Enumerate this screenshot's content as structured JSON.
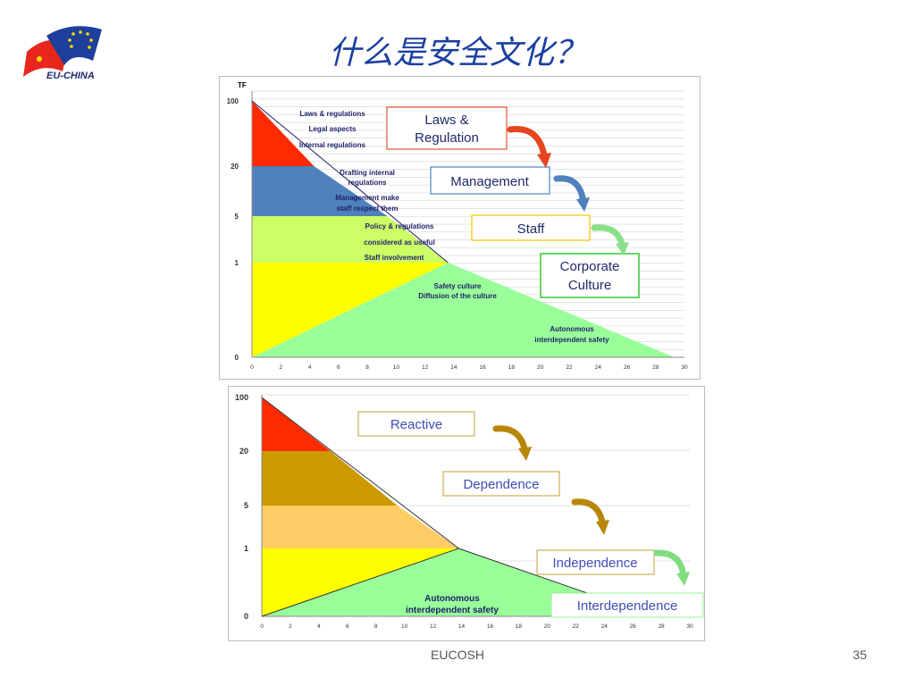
{
  "slide": {
    "title": "什么是安全文化？",
    "footer": "EUCOSH",
    "page_number": "35",
    "logo_text": "EU-CHINA"
  },
  "colors": {
    "red": "#ff2a00",
    "blue": "#4f81bd",
    "light_green": "#ccff66",
    "yellow": "#ffff00",
    "green": "#99ff99",
    "brown": "#cc9900",
    "orange": "#ffcc66",
    "title_blue": "#1a3fa0"
  },
  "chart1": {
    "y_axis_title": "TF",
    "y_ticks": [
      "100",
      "20",
      "5",
      "1",
      "0"
    ],
    "x_ticks": [
      "0",
      "2",
      "4",
      "6",
      "8",
      "10",
      "12",
      "14",
      "16",
      "18",
      "20",
      "22",
      "24",
      "26",
      "28",
      "30"
    ],
    "annotations": [
      "Laws & regulations",
      "Legal aspects",
      "Internal regulations",
      "Drafting internal",
      "regulations",
      "Management make",
      "staff respect them",
      "Policy & regulations",
      "considered as useful",
      "Staff involvement",
      "Safety culture",
      "Diffusion of the culture",
      "Autonomous",
      "interdependent safety"
    ],
    "boxes": [
      {
        "lines": [
          "Laws &",
          "Regulation"
        ],
        "border": "#e2552f"
      },
      {
        "lines": [
          "Management"
        ],
        "border": "#4f81bd"
      },
      {
        "lines": [
          "Staff"
        ],
        "border": "#f2c100"
      },
      {
        "lines": [
          "Corporate",
          "Culture"
        ],
        "border": "#33cc33"
      }
    ]
  },
  "chart2": {
    "y_ticks": [
      "100",
      "20",
      "5",
      "1",
      "0"
    ],
    "x_ticks": [
      "0",
      "2",
      "4",
      "6",
      "8",
      "10",
      "12",
      "14",
      "16",
      "18",
      "20",
      "22",
      "24",
      "26",
      "28",
      "30"
    ],
    "annotations": [
      "Autonomous",
      "interdependent safety"
    ],
    "boxes": [
      {
        "label": "Reactive"
      },
      {
        "label": "Dependence"
      },
      {
        "label": "Independence"
      },
      {
        "label": "Interdependence"
      }
    ]
  }
}
